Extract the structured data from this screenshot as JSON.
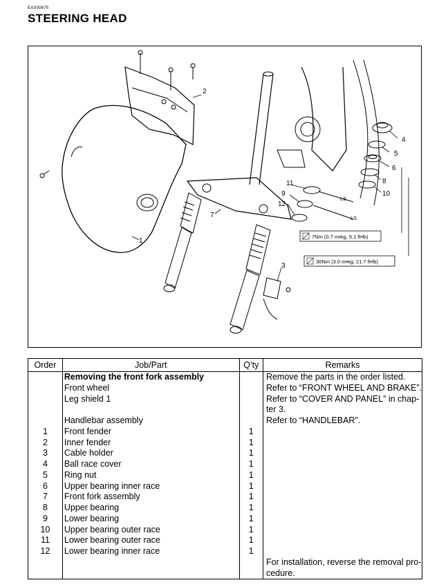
{
  "page": {
    "code": "EAS00675",
    "title": "STEERING HEAD"
  },
  "figure": {
    "callouts": [
      "1",
      "2",
      "3",
      "4",
      "5",
      "6",
      "7",
      "8",
      "9",
      "10",
      "11",
      "12"
    ],
    "torque_1": "7Nm (0.7 m•kg, 5.1 ft•lb)",
    "torque_2": "30Nm (3.0 m•kg, 21.7 ft•lb)",
    "grease_mark": "LS"
  },
  "table": {
    "headers": {
      "order": "Order",
      "job_part": "Job/Part",
      "qty": "Q’ty",
      "remarks": "Remarks"
    },
    "rows": [
      {
        "order": "",
        "part": "Removing the front fork assembly",
        "qty": "",
        "remarks": "Remove the parts in the order listed."
      },
      {
        "order": "",
        "part": "Front wheel",
        "qty": "",
        "remarks": "Refer to “FRONT WHEEL AND BRAKE”."
      },
      {
        "order": "",
        "part": "Leg shield 1",
        "qty": "",
        "remarks": "Refer to “COVER AND PANEL” in chap-"
      },
      {
        "order": "",
        "part": "",
        "qty": "",
        "remarks": "ter 3."
      },
      {
        "order": "",
        "part": "Handlebar assembly",
        "qty": "",
        "remarks": "Refer to “HANDLEBAR”."
      },
      {
        "order": "1",
        "part": "Front fender",
        "qty": "1",
        "remarks": ""
      },
      {
        "order": "2",
        "part": "Inner fender",
        "qty": "1",
        "remarks": ""
      },
      {
        "order": "3",
        "part": "Cable holder",
        "qty": "1",
        "remarks": ""
      },
      {
        "order": "4",
        "part": "Ball race cover",
        "qty": "1",
        "remarks": ""
      },
      {
        "order": "5",
        "part": "Ring nut",
        "qty": "1",
        "remarks": ""
      },
      {
        "order": "6",
        "part": "Upper bearing inner race",
        "qty": "1",
        "remarks": ""
      },
      {
        "order": "7",
        "part": "Front fork assembly",
        "qty": "1",
        "remarks": ""
      },
      {
        "order": "8",
        "part": "Upper bearing",
        "qty": "1",
        "remarks": ""
      },
      {
        "order": "9",
        "part": "Lower bearing",
        "qty": "1",
        "remarks": ""
      },
      {
        "order": "10",
        "part": "Upper bearing outer race",
        "qty": "1",
        "remarks": ""
      },
      {
        "order": "11",
        "part": "Lower bearing outer race",
        "qty": "1",
        "remarks": ""
      },
      {
        "order": "12",
        "part": "Lower bearing inner race",
        "qty": "1",
        "remarks": ""
      }
    ],
    "footer_note": [
      "For installation, reverse the removal pro-",
      "cedure."
    ]
  }
}
